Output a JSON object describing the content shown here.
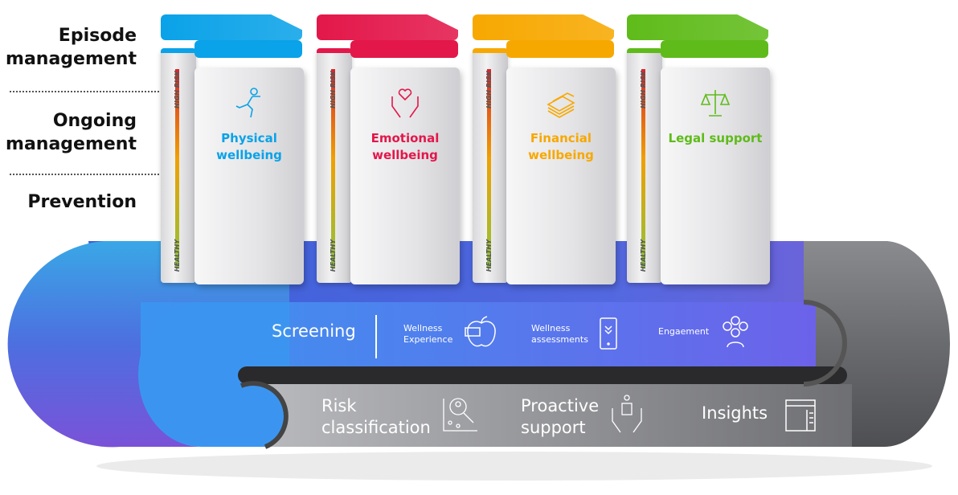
{
  "levels": [
    {
      "label": "Episode management"
    },
    {
      "label": "Ongoing management"
    },
    {
      "label": "Prevention"
    }
  ],
  "pillars": [
    {
      "title": "Physical wellbeing",
      "icon": "running-person-icon",
      "color": "#0aa2e8",
      "high": "HIGH RISK",
      "low": "HEALTHY"
    },
    {
      "title": "Emotional wellbeing",
      "icon": "heart-hands-icon",
      "color": "#e3174a",
      "high": "HIGH RISK",
      "low": "HEALTHY"
    },
    {
      "title": "Financial wellbeing",
      "icon": "money-stack-icon",
      "color": "#f7a800",
      "high": "HIGH RISK",
      "low": "HEALTHY"
    },
    {
      "title": "Legal support",
      "icon": "scales-icon",
      "color": "#5fbb1a",
      "high": "HIGH RISK",
      "low": "HEALTHY"
    }
  ],
  "screening": {
    "label": "Screening",
    "items": [
      {
        "label": "Wellness Experience",
        "icon": "apple-tape-icon"
      },
      {
        "label": "Wellness assessments",
        "icon": "phone-icon"
      },
      {
        "label": "Engaement",
        "icon": "group-icon"
      }
    ]
  },
  "lower": [
    {
      "label": "Risk classification",
      "icon": "search-person-chart-icon"
    },
    {
      "label": "Proactive support",
      "icon": "hands-person-icon"
    },
    {
      "label": "Insights",
      "icon": "document-icon"
    }
  ]
}
